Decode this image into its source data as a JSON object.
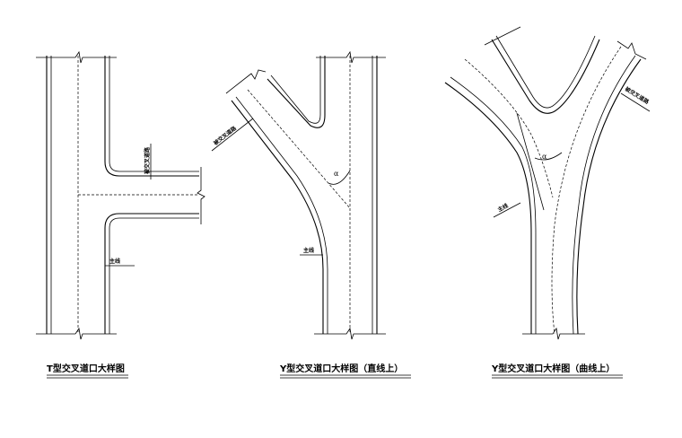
{
  "diagrams": [
    {
      "caption": "T型交叉道口大样图",
      "labels": {
        "main_line": "主线",
        "crossing_road": "被交叉道路"
      }
    },
    {
      "caption": "Y型交叉道口大样图（直线上）",
      "labels": {
        "main_line": "主线",
        "crossing_road": "被交叉道路",
        "angle": "α"
      }
    },
    {
      "caption": "Y型交叉道口大样图（曲线上）",
      "labels": {
        "main_line": "主线",
        "crossing_road": "被交叉道路",
        "angle": "α"
      }
    }
  ]
}
